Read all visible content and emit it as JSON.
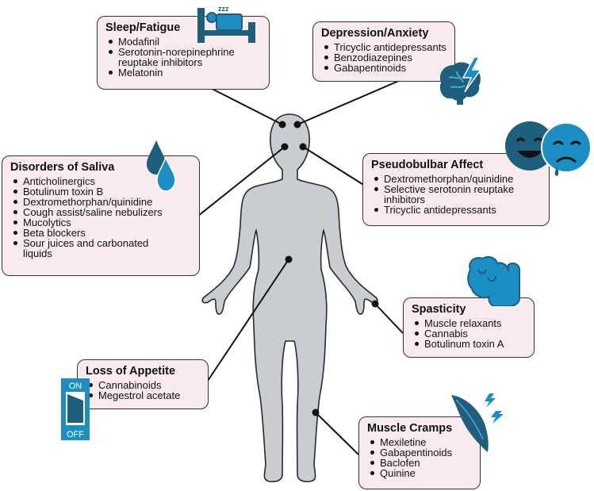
{
  "boxes": {
    "sleep": {
      "title": "Sleep/Fatigue",
      "items": [
        "Modafinil",
        "Serotonin-norepinephrine",
        "reuptake inhibitors",
        "Melatonin"
      ],
      "bullets": [
        true,
        true,
        false,
        true
      ]
    },
    "depression": {
      "title": "Depression/Anxiety",
      "items": [
        "Tricyclic antidepressants",
        "Benzodiazepines",
        "Gabapentinoids"
      ],
      "bullets": [
        true,
        true,
        true
      ]
    },
    "saliva": {
      "title": "Disorders of Saliva",
      "items": [
        "Anticholinergics",
        "Botulinum toxin B",
        "Dextromethorphan/quinidine",
        "Cough assist/saline nebulizers",
        "Mucolytics",
        "Beta blockers",
        "Sour juices and carbonated",
        "liquids"
      ],
      "bullets": [
        true,
        true,
        true,
        true,
        true,
        true,
        true,
        false
      ]
    },
    "pseudobulbar": {
      "title": "Pseudobulbar Affect",
      "items": [
        "Dextromethorphan/quinidine",
        "Selective serotonin reuptake",
        "inhibitors",
        "Tricyclic antidepressants"
      ],
      "bullets": [
        true,
        true,
        false,
        true
      ]
    },
    "spasticity": {
      "title": "Spasticity",
      "items": [
        "Muscle relaxants",
        "Cannabis",
        "Botulinum toxin A"
      ],
      "bullets": [
        true,
        true,
        true
      ]
    },
    "appetite": {
      "title": "Loss of Appetite",
      "items": [
        "Cannabinoids",
        "Megestrol acetate"
      ],
      "bullets": [
        true,
        true
      ]
    },
    "cramps": {
      "title": "Muscle Cramps",
      "items": [
        "Mexiletine",
        "Gabapentinoids",
        "Baclofen",
        "Quinine"
      ],
      "bullets": [
        true,
        true,
        true,
        true
      ]
    }
  },
  "switch": {
    "on_label": "ON",
    "off_label": "OFF"
  },
  "sleep_icon_text": "zzz",
  "colors": {
    "box_fill": "#f9eaee",
    "box_border": "#333333",
    "body_fill": "#c9ccd0",
    "accent_blue": "#1b8fc4",
    "dark_teal": "#1d5f7c",
    "line": "#111111"
  }
}
